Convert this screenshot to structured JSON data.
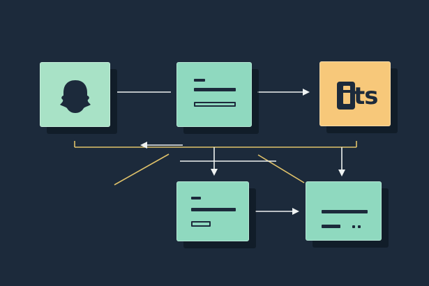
{
  "colors": {
    "background": "#1c2a3b",
    "node_mint": "#8fd9bf",
    "node_mint_light": "#a8e2c6",
    "node_orange": "#f7c87a",
    "line_white": "#eef2f2",
    "line_yellow": "#e0c26a",
    "ink": "#1c2a3b"
  },
  "nodes": [
    {
      "id": "ghost-node",
      "icon": "ghost-icon"
    },
    {
      "id": "list-node-top",
      "icon": "text-lines-icon"
    },
    {
      "id": "ts-node",
      "icon": "phone-ts-icon",
      "label": "ts"
    },
    {
      "id": "list-node-bottom-left",
      "icon": "text-lines-icon"
    },
    {
      "id": "list-node-bottom-right",
      "icon": "text-lines-icon"
    }
  ]
}
